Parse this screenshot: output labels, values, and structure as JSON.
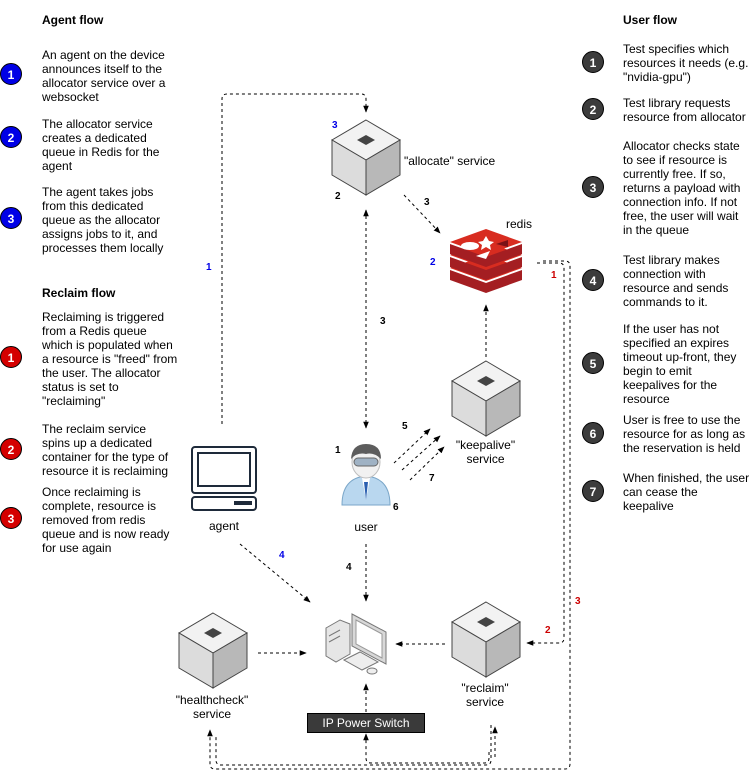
{
  "agent_flow": {
    "heading": "Agent flow",
    "steps": [
      {
        "num": "1",
        "text": "An agent on the device announces itself to the allocator service over a websocket"
      },
      {
        "num": "2",
        "text": "The allocator service creates a dedicated queue in Redis for the agent"
      },
      {
        "num": "3",
        "text": "The agent takes jobs from this dedicated queue as the allocator assigns jobs to it, and processes them locally"
      }
    ]
  },
  "reclaim_flow": {
    "heading": "Reclaim flow",
    "steps": [
      {
        "num": "1",
        "text": "Reclaiming is triggered from a Redis queue which is populated when a resource is \"freed\" from the user. The allocator status is set to \"reclaiming\""
      },
      {
        "num": "2",
        "text": "The reclaim service spins up a dedicated container for the type of resource it is reclaiming"
      },
      {
        "num": "3",
        "text": "Once reclaiming is complete, resource is removed from redis queue and is now ready for use again"
      }
    ]
  },
  "user_flow": {
    "heading": "User flow",
    "steps": [
      {
        "num": "1",
        "text": "Test specifies which resources it needs (e.g. \"nvidia-gpu\")"
      },
      {
        "num": "2",
        "text": "Test library requests resource from allocator"
      },
      {
        "num": "3",
        "text": "Allocator checks state to see if resource is currently free. If so, returns a payload with connection info. If not free, the user will wait in the queue"
      },
      {
        "num": "4",
        "text": "Test library makes connection with resource and sends commands to it."
      },
      {
        "num": "5",
        "text": "If the user has not specified an expires timeout up-front, they begin to emit keepalives for the resource"
      },
      {
        "num": "6",
        "text": "User is free to use the resource for as long as the reservation is held"
      },
      {
        "num": "7",
        "text": "When finished, the user can cease the keepalive"
      }
    ]
  },
  "nodes": {
    "allocate": "\"allocate\" service",
    "redis": "redis",
    "keepalive": "\"keepalive\" service",
    "agent": "agent",
    "user": "user",
    "healthcheck": "\"healthcheck\" service",
    "reclaim": "\"reclaim\" service",
    "switch": "IP Power Switch"
  },
  "edge_labels": {
    "agent_1": "1",
    "alloc_3_top": "3",
    "alloc_2": "2",
    "alloc_redis_3": "3",
    "redis_2": "2",
    "redis_1": "1",
    "user_alloc_3": "3",
    "user_1": "1",
    "user_5": "5",
    "user_6": "6",
    "user_7": "7",
    "agent_4": "4",
    "user_4": "4",
    "reclaim_2": "2",
    "reclaim_3": "3"
  },
  "colors": {
    "agent_flow": "#0000e6",
    "reclaim_flow": "#d40000",
    "user_flow": "#3c3c3c",
    "redis": "#c8262a"
  }
}
